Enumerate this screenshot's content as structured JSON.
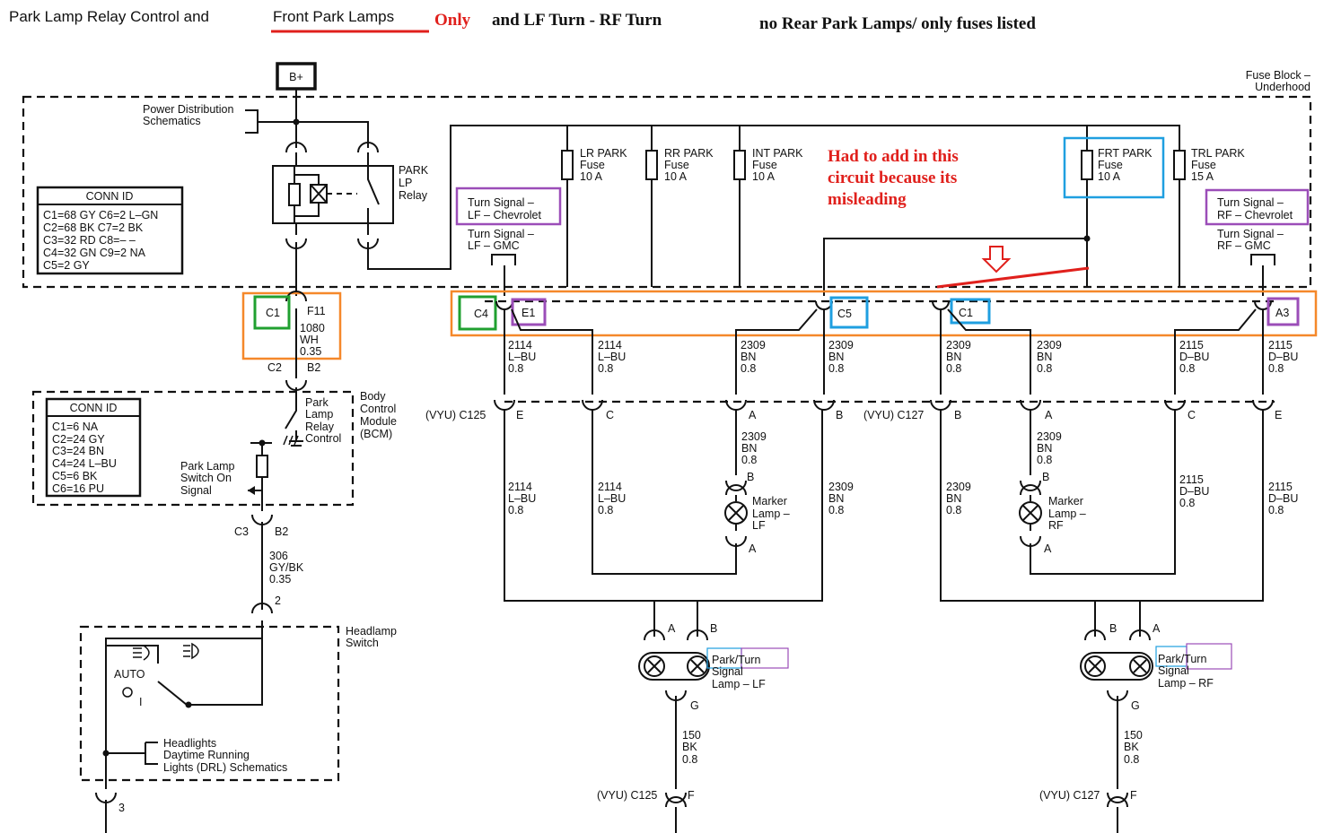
{
  "title": {
    "part1": "Park Lamp Relay Control and ",
    "part2": "Front Park Lamps",
    "part3": "Only",
    "part4": "and LF Turn - RF Turn",
    "part5": "no Rear Park Lamps/ only fuses listed"
  },
  "note": {
    "line1": "Had to add in this",
    "line2": "circuit because its",
    "line3": "misleading"
  },
  "bplus": "B+",
  "fuse_block": {
    "line1": "Fuse Block –",
    "line2": "Underhood"
  },
  "power_dist": {
    "line1": "Power Distribution",
    "line2": "Schematics"
  },
  "relay": {
    "line1": "PARK",
    "line2": "LP",
    "line3": "Relay"
  },
  "conn_id_top": {
    "title": "CONN ID",
    "rows": [
      "C1=68 GY   C6=2 L–GN",
      "C2=68 BK   C7=2 BK",
      "C3=32 RD   C8=– –",
      "C4=32 GN   C9=2 NA",
      "C5=2 GY"
    ]
  },
  "fuses": [
    {
      "l1": "LR PARK",
      "l2": "Fuse",
      "l3": "10 A"
    },
    {
      "l1": "RR PARK",
      "l2": "Fuse",
      "l3": "10 A"
    },
    {
      "l1": "INT PARK",
      "l2": "Fuse",
      "l3": "10 A"
    },
    {
      "l1": "FRT PARK",
      "l2": "Fuse",
      "l3": "10 A"
    },
    {
      "l1": "TRL PARK",
      "l2": "Fuse",
      "l3": "15 A"
    }
  ],
  "turn_lf": {
    "chev1": "Turn Signal –",
    "chev2": "LF – Chevrolet",
    "gmc1": "Turn Signal –",
    "gmc2": "LF – GMC"
  },
  "turn_rf": {
    "chev1": "Turn Signal –",
    "chev2": "RF – Chevrolet",
    "gmc1": "Turn Signal –",
    "gmc2": "RF – GMC"
  },
  "connectors": {
    "c1_left": "C1",
    "f11": "F11",
    "c4": "C4",
    "e1": "E1",
    "c5": "C5",
    "c1_mid": "C1",
    "a3": "A3"
  },
  "f11_wire": {
    "l1": "1080",
    "l2": "WH",
    "l3": "0.35"
  },
  "c2b2": {
    "c": "C2",
    "b": "B2"
  },
  "bcm": {
    "l1": "Body",
    "l2": "Control",
    "l3": "Module",
    "l4": "(BCM)",
    "ctl1": "Park",
    "ctl2": "Lamp",
    "ctl3": "Relay",
    "ctl4": "Control",
    "sw1": "Park Lamp",
    "sw2": "Switch On",
    "sw3": "Signal"
  },
  "conn_id_bcm": {
    "title": "CONN ID",
    "rows": [
      "C1=6 NA",
      "C2=24 GY",
      "C3=24 BN",
      "C4=24 L–BU",
      "C5=6 BK",
      "C6=16 PU"
    ]
  },
  "c3b2": {
    "c": "C3",
    "b": "B2"
  },
  "wire_306": {
    "l1": "306",
    "l2": "GY/BK",
    "l3": "0.35"
  },
  "pin2": "2",
  "pin3": "3",
  "headlamp": {
    "l1": "Headlamp",
    "l2": "Switch",
    "auto": "AUTO",
    "off": "I",
    "s1": "Headlights",
    "s2": "Daytime Running",
    "s3": "Lights (DRL) Schematics"
  },
  "wires_top": [
    {
      "l1": "2114",
      "l2": "L–BU",
      "l3": "0.8"
    },
    {
      "l1": "2114",
      "l2": "L–BU",
      "l3": "0.8"
    },
    {
      "l1": "2309",
      "l2": "BN",
      "l3": "0.8"
    },
    {
      "l1": "2309",
      "l2": "BN",
      "l3": "0.8"
    },
    {
      "l1": "2309",
      "l2": "BN",
      "l3": "0.8"
    },
    {
      "l1": "2309",
      "l2": "BN",
      "l3": "0.8"
    },
    {
      "l1": "2115",
      "l2": "D–BU",
      "l3": "0.8"
    },
    {
      "l1": "2115",
      "l2": "D–BU",
      "l3": "0.8"
    }
  ],
  "c125": {
    "label": "(VYU) C125",
    "pins": [
      "E",
      "C",
      "A",
      "B"
    ]
  },
  "c127": {
    "label": "(VYU) C127",
    "pins": [
      "B",
      "A",
      "C",
      "E"
    ]
  },
  "wires_mid": [
    {
      "l1": "2114",
      "l2": "L–BU",
      "l3": "0.8"
    },
    {
      "l1": "2114",
      "l2": "L–BU",
      "l3": "0.8"
    },
    {
      "l1": "2309",
      "l2": "BN",
      "l3": "0.8"
    },
    {
      "l1": "2309",
      "l2": "BN",
      "l3": "0.8"
    },
    {
      "l1": "2309",
      "l2": "BN",
      "l3": "0.8"
    },
    {
      "l1": "2115",
      "l2": "D–BU",
      "l3": "0.8"
    },
    {
      "l1": "2115",
      "l2": "D–BU",
      "l3": "0.8"
    }
  ],
  "marker_lf": {
    "l1": "Marker",
    "l2": "Lamp –",
    "l3": "LF",
    "pa": "A",
    "pb": "B",
    "pa2": "A"
  },
  "marker_rf": {
    "l1": "Marker",
    "l2": "Lamp –",
    "l3": "RF",
    "pa": "A",
    "pb": "B",
    "pa2": "A"
  },
  "ptl_lf": {
    "l1": "Park/Turn",
    "l2": "Signal",
    "l3": "Lamp – LF",
    "pa": "A",
    "pb": "B",
    "pg": "G"
  },
  "ptl_rf": {
    "l1": "Park/Turn",
    "l2": "Signal",
    "l3": "Lamp – RF",
    "pa": "A",
    "pb": "B",
    "pg": "G"
  },
  "gnd_wire_lf": {
    "l1": "150",
    "l2": "BK",
    "l3": "0.8",
    "conn": "(VYU) C125",
    "pin": "F"
  },
  "gnd_wire_rf": {
    "l1": "150",
    "l2": "BK",
    "l3": "0.8",
    "conn": "(VYU) C127",
    "pin": "F"
  },
  "colors": {
    "orange": "#f5882a",
    "green": "#20a030",
    "purple": "#9b4db8",
    "blue": "#1f9fe0",
    "red": "#e0201c"
  }
}
